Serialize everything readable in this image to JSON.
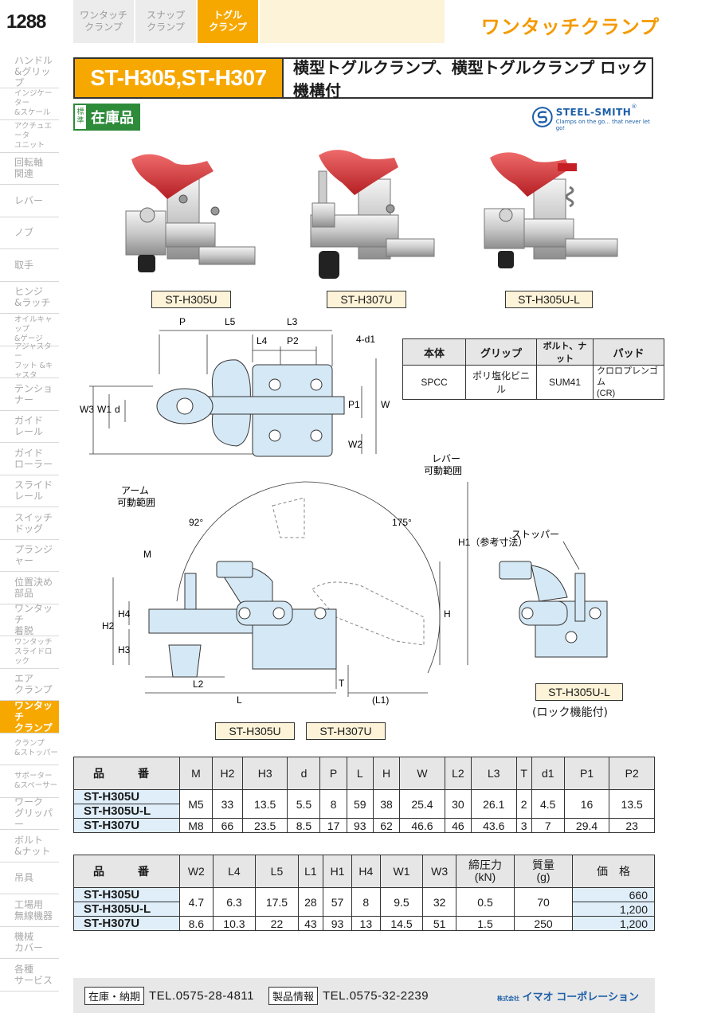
{
  "header": {
    "page_number": "1288",
    "tabs": [
      {
        "line1": "ワンタッチ",
        "line2": "クランプ"
      },
      {
        "line1": "スナップ",
        "line2": "クランプ"
      },
      {
        "line1": "トグル",
        "line2": "クランプ"
      }
    ],
    "brand": "ワンタッチクランプ"
  },
  "sidebar": {
    "items": [
      {
        "line1": "ハンドル",
        "line2": "&グリップ"
      },
      {
        "line1": "インジケーター",
        "line2": "&スケール"
      },
      {
        "line1": "アクチュエータ",
        "line2": "ユニット"
      },
      {
        "line1": "回転軸",
        "line2": "関連"
      },
      {
        "line1": "レバー",
        "line2": ""
      },
      {
        "line1": "ノブ",
        "line2": ""
      },
      {
        "line1": "取手",
        "line2": ""
      },
      {
        "line1": "ヒンジ",
        "line2": "&ラッチ"
      },
      {
        "line1": "オイルキャップ",
        "line2": "&ゲージ"
      },
      {
        "line1": "アジャスター",
        "line2": "フット &キャスタ"
      },
      {
        "line1": "テンショナー",
        "line2": ""
      },
      {
        "line1": "ガイド",
        "line2": "レール"
      },
      {
        "line1": "ガイド",
        "line2": "ローラー"
      },
      {
        "line1": "スライド",
        "line2": "レール"
      },
      {
        "line1": "スイッチ",
        "line2": "ドッグ"
      },
      {
        "line1": "プランジャー",
        "line2": ""
      },
      {
        "line1": "位置決め",
        "line2": "部品"
      },
      {
        "line1": "ワンタッチ",
        "line2": "着脱"
      },
      {
        "line1": "ワンタッチ",
        "line2": "スライドロック"
      },
      {
        "line1": "エア",
        "line2": "クランプ"
      },
      {
        "line1": "ワンタッチ",
        "line2": "クランプ"
      },
      {
        "line1": "クランプ",
        "line2": "&ストッパー"
      },
      {
        "line1": "サポーター",
        "line2": "&スペーサー"
      },
      {
        "line1": "ワーク",
        "line2": "グリッパー"
      },
      {
        "line1": "ボルト",
        "line2": "&ナット"
      },
      {
        "line1": "吊具",
        "line2": ""
      },
      {
        "line1": "工場用",
        "line2": "無線機器"
      },
      {
        "line1": "機械",
        "line2": "カバー"
      },
      {
        "line1": "各種",
        "line2": "サービス"
      }
    ]
  },
  "title": {
    "model": "ST-H305,ST-H307",
    "description": "横型トグルクランプ、横型トグルクランプ ロック機構付"
  },
  "stock": {
    "std": "標準",
    "label": "在庫品"
  },
  "logo": {
    "name": "STEEL-SMITH",
    "reg": "®",
    "tagline": "Clamps on the go... that never let go!"
  },
  "photos": [
    {
      "caption": "ST-H305U"
    },
    {
      "caption": "ST-H307U"
    },
    {
      "caption": "ST-H305U-L"
    }
  ],
  "material_table": {
    "headers": [
      "本体",
      "グリップ",
      "ボルト、ナット",
      "パッド"
    ],
    "row": [
      "SPCC",
      "ポリ塩化ビニル",
      "SUM41",
      "クロロプレンゴム",
      "(CR)"
    ]
  },
  "drawing": {
    "top_labels": {
      "p": "P",
      "l5": "L5",
      "l3": "L3",
      "l4": "L4",
      "p2": "P2",
      "d1": "4-d1",
      "w3": "W3",
      "w1": "W1",
      "d": "d",
      "p1": "P1",
      "w": "W",
      "w2": "W2"
    },
    "side_labels": {
      "arm_range_1": "アーム",
      "arm_range_2": "可動範囲",
      "lever_range_1": "レバー",
      "lever_range_2": "可動範囲",
      "angle_arm": "92°",
      "angle_lever": "175°",
      "m": "M",
      "h2": "H2",
      "h4": "H4",
      "h3": "H3",
      "h": "H",
      "h1": "H1（参考寸法）",
      "t": "T",
      "l2": "L2",
      "l": "L",
      "l1": "(L1)"
    },
    "captions": [
      "ST-H305U",
      "ST-H307U"
    ],
    "lock_detail": {
      "stopper": "ストッパー",
      "caption": "ST-H305U-L",
      "note": "(ロック機能付)"
    }
  },
  "table1": {
    "headers": [
      "品　番",
      "M",
      "H2",
      "H3",
      "d",
      "P",
      "L",
      "H",
      "W",
      "L2",
      "L3",
      "T",
      "d1",
      "P1",
      "P2"
    ],
    "models": [
      "ST-H305U",
      "ST-H305U-L",
      "ST-H307U"
    ],
    "rows": [
      [
        "M5",
        "33",
        "13.5",
        "5.5",
        "8",
        "59",
        "38",
        "25.4",
        "30",
        "26.1",
        "2",
        "4.5",
        "16",
        "13.5"
      ],
      [
        "M8",
        "66",
        "23.5",
        "8.5",
        "17",
        "93",
        "62",
        "46.6",
        "46",
        "43.6",
        "3",
        "7",
        "29.4",
        "23"
      ]
    ]
  },
  "table2": {
    "headers": [
      "品　番",
      "W2",
      "L4",
      "L5",
      "L1",
      "H1",
      "H4",
      "W1",
      "W3",
      "締圧力\n(kN)",
      "質量\n(g)",
      "価　格"
    ],
    "models": [
      "ST-H305U",
      "ST-H305U-L",
      "ST-H307U"
    ],
    "rows": [
      [
        "4.7",
        "6.3",
        "17.5",
        "28",
        "57",
        "8",
        "9.5",
        "32",
        "0.5",
        "70"
      ],
      [
        "8.6",
        "10.3",
        "22",
        "43",
        "93",
        "13",
        "14.5",
        "51",
        "1.5",
        "250"
      ]
    ],
    "prices": [
      "660",
      "1,200",
      "1,200"
    ]
  },
  "footer": {
    "stock_label": "在庫・納期",
    "stock_tel": "TEL.0575-28-4811",
    "info_label": "製品情報",
    "info_tel": "TEL.0575-32-2239",
    "company_prefix": "株式会社",
    "company": "イマオ コーポレーション"
  }
}
